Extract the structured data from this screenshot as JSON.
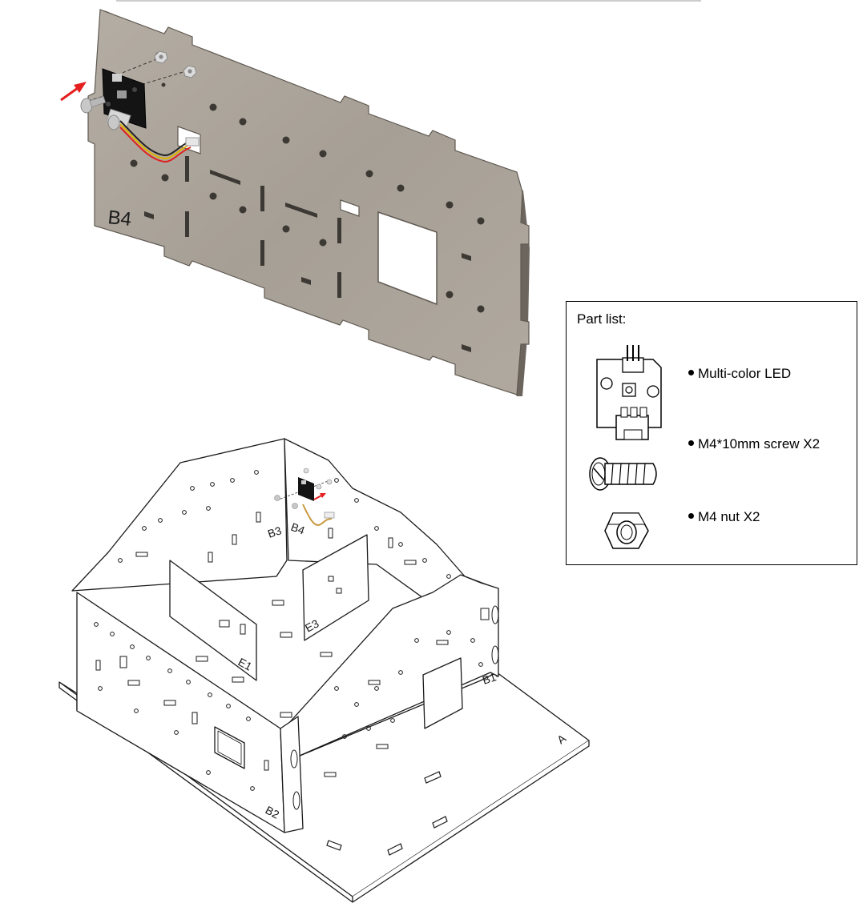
{
  "plate": {
    "label": "B4"
  },
  "assembly": {
    "labels": {
      "b1": "B1",
      "b2": "B2",
      "b3": "B3",
      "b4": "B4",
      "e1": "E1",
      "e3": "E3",
      "a": "A"
    }
  },
  "part_list": {
    "title": "Part list:",
    "items": [
      {
        "icon": "led-module-icon",
        "label": "Multi-color LED"
      },
      {
        "icon": "screw-icon",
        "label": "M4*10mm screw X2"
      },
      {
        "icon": "nut-icon",
        "label": "M4 nut X2"
      }
    ]
  },
  "colors": {
    "plate": "#aca59b",
    "plate_edge": "#5f5952",
    "arrow": "#e51f1f",
    "module": "#111111"
  }
}
